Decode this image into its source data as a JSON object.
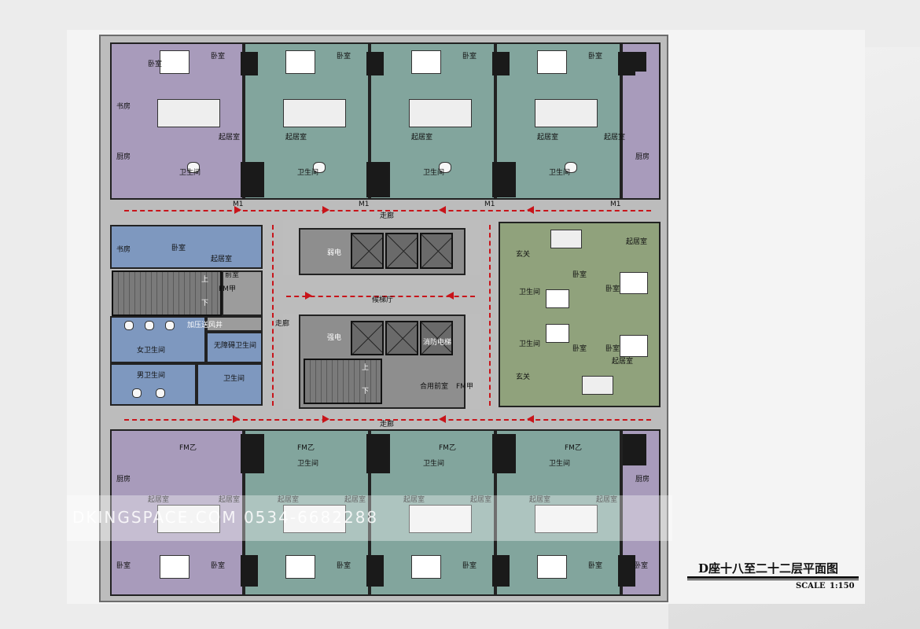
{
  "drawing": {
    "title": "D座十八至二十二层平面图",
    "scale_label": "SCALE",
    "scale_value": "1:150",
    "watermark": "DKINGSPACE.COM  0534-6682288"
  },
  "labels": {
    "bedroom": "卧室",
    "living": "起居室",
    "study": "书房",
    "bath": "卫生间",
    "kitchen": "厨房",
    "corridor": "走廊",
    "elevator_hall": "候梯厅",
    "foyer": "玄关",
    "women_wc": "女卫生间",
    "men_wc": "男卫生间",
    "accessible_wc": "无障碍卫生间",
    "lobby": "合用前室",
    "fire_elevator": "消防电梯",
    "door_m1": "M1",
    "door_fm": "FM乙",
    "door_fmj": "FM甲",
    "weak": "弱电",
    "strong": "强电",
    "up": "上",
    "down": "下",
    "shaft": "加压送风井",
    "front_room": "前室"
  },
  "colors": {
    "unit_lavender": "#a89bbb",
    "unit_teal": "#82a59d",
    "unit_blue": "#7e98bf",
    "unit_olive": "#90a27c",
    "evac_route": "#c8141a"
  }
}
